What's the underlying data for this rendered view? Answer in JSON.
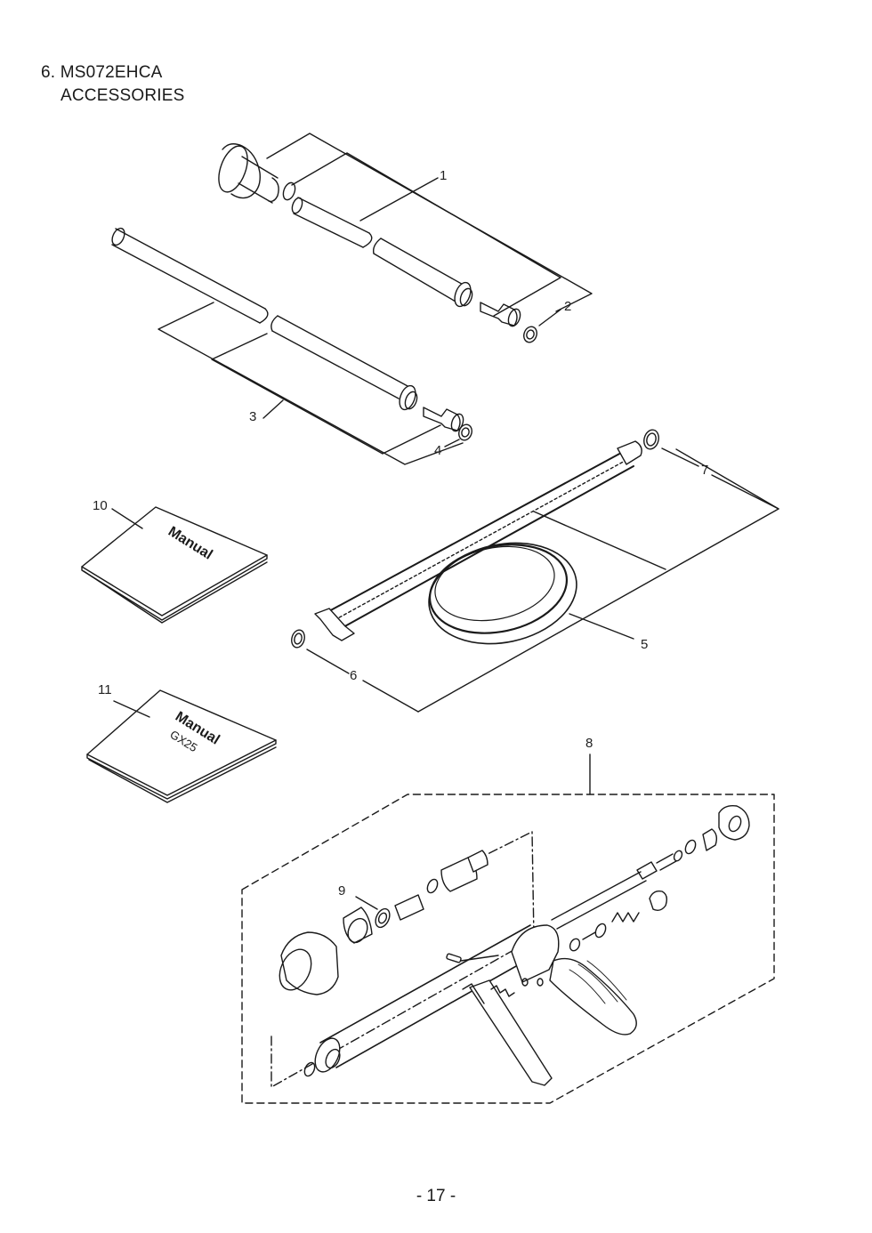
{
  "header": {
    "line1": "6. MS072EHCA",
    "line2": "ACCESSORIES"
  },
  "callouts": [
    "1",
    "2",
    "3",
    "4",
    "5",
    "6",
    "7",
    "8",
    "9",
    "10",
    "11"
  ],
  "manuals": {
    "manual10_text": "Manual",
    "manual11_text": "Manual",
    "manual11_sub": "GX25"
  },
  "footer": {
    "page_number": "- 17 -"
  }
}
